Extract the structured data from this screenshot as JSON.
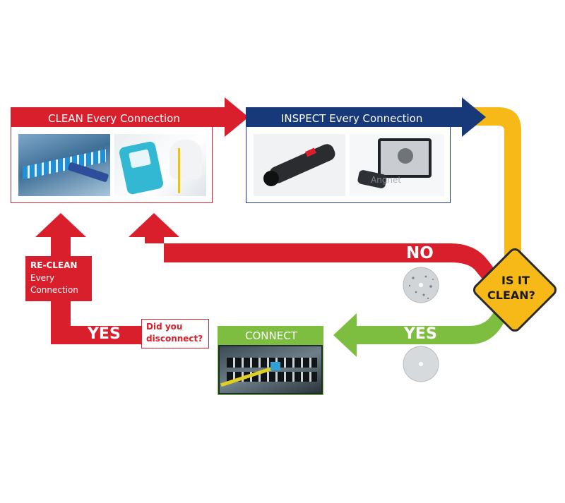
{
  "flow": {
    "clean_title": "CLEAN Every Connection",
    "inspect_title": "INSPECT Every Connection",
    "decision": {
      "line1": "IS IT",
      "line2": "CLEAN?"
    },
    "no_label": "NO",
    "yes_right_label": "YES",
    "yes_left_label": "YES",
    "reclean": {
      "line1": "RE-CLEAN",
      "line2": "Every",
      "line3": "Connection"
    },
    "disconnect_question": {
      "line1": "Did you",
      "line2": "disconnect?"
    },
    "connect_title": "CONNECT",
    "watermark": "Angnet"
  },
  "colors": {
    "red": "#d91f2b",
    "navy": "#17397a",
    "yellow": "#f6b917",
    "green": "#7dbd3f",
    "diamond_outline": "#2b2b2b"
  }
}
